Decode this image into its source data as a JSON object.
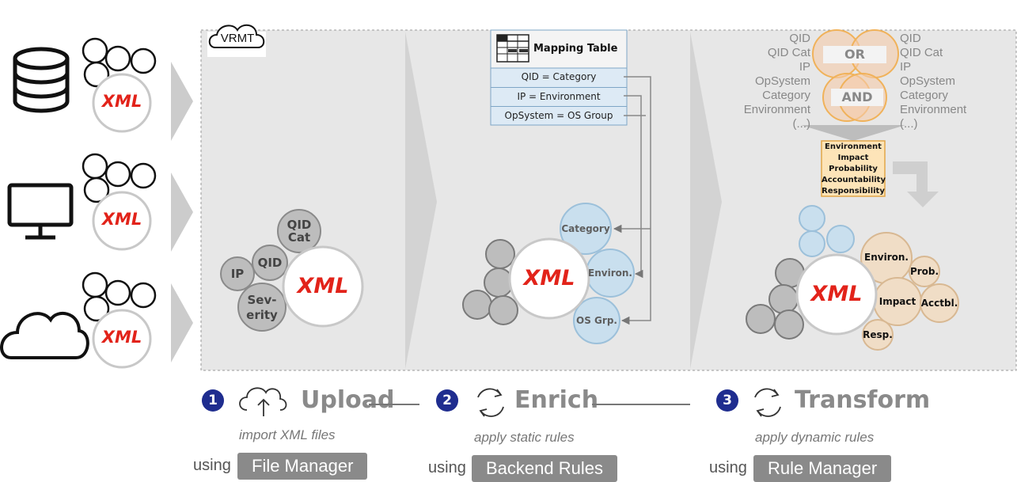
{
  "logo_label": "VRMT",
  "xml_label": "XML",
  "steps": [
    {
      "number": "1",
      "title": "Upload",
      "description": "import XML files",
      "using_label": "using",
      "tool": "File Manager"
    },
    {
      "number": "2",
      "title": "Enrich",
      "description": "apply static rules",
      "using_label": "using",
      "tool": "Backend Rules"
    },
    {
      "number": "3",
      "title": "Transform",
      "description": "apply dynamic rules",
      "using_label": "using",
      "tool": "Rule Manager"
    }
  ],
  "upload_bubbles": {
    "qid_cat": "QID Cat",
    "qid": "QID",
    "ip": "IP",
    "severity_line1": "Sev-",
    "severity_line2": "erity"
  },
  "mapping_table": {
    "title": "Mapping Table",
    "rows": [
      "QID = Category",
      "IP = Environment",
      "OpSystem = OS Group"
    ]
  },
  "enrich_bubbles": {
    "category": "Category",
    "environ": "Environ.",
    "os_group": "OS Grp."
  },
  "logic": {
    "left_fields": [
      "QID",
      "QID Cat",
      "IP",
      "OpSystem",
      "Category",
      "Environment",
      "(...)"
    ],
    "right_fields": [
      "QID",
      "QID Cat",
      "IP",
      "OpSystem",
      "Category",
      "Environment",
      "(...)"
    ],
    "or_label": "OR",
    "and_label": "AND",
    "result_items": [
      "Environment",
      "Impact",
      "Probability",
      "Accountability",
      "Responsibility"
    ]
  },
  "transform_bubbles": {
    "environ": "Environ.",
    "prob": "Prob.",
    "impact": "Impact",
    "acctbl": "Acctbl.",
    "resp": "Resp."
  },
  "colors": {
    "panel": "#e7e7e7",
    "badge": "#1f2d8f",
    "xml_text": "#e2231a",
    "grey_bubble": "#bdbdbd",
    "blue_bubble": "#c9dfee",
    "tan_bubble": "#f0ddc6",
    "result_box": "#fde4b8",
    "label_bar": "#8a8a8a"
  },
  "icons": [
    "database-icon",
    "monitor-icon",
    "cloud-icon",
    "cloud-logo-icon",
    "cloud-upload-icon",
    "sync-icon",
    "table-icon"
  ]
}
